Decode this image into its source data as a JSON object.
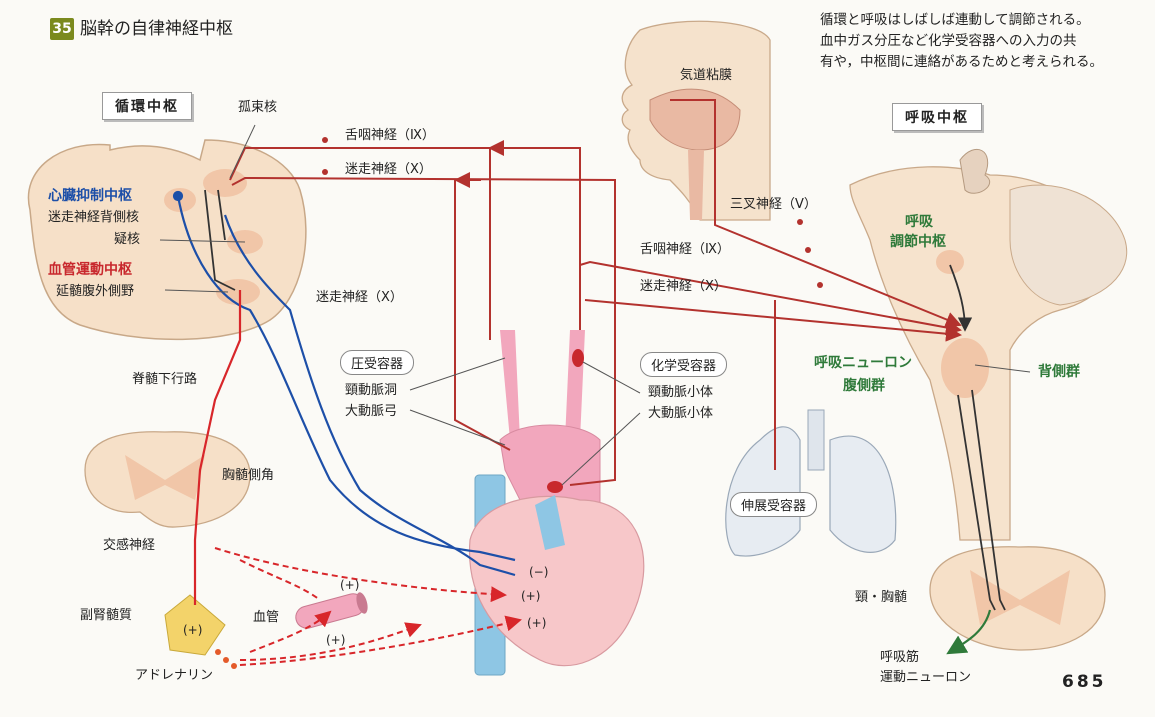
{
  "header": {
    "badge": "35",
    "title": "脳幹の自律神経中枢"
  },
  "note": {
    "lines": [
      "循環と呼吸はしばしば連動して調節される。",
      "血中ガス分圧など化学受容器への入力の共",
      "有や，中枢間に連絡があるためと考えられる。"
    ]
  },
  "boxes": {
    "circulation_center": "循環中枢",
    "respiration_center": "呼吸中枢"
  },
  "labels": {
    "solitary_nucleus": "孤束核",
    "cardio_inhibitory": "心臓抑制中枢",
    "vagus_dorsal_nucleus": "迷走神経背側核",
    "nucleus_ambiguus": "疑核",
    "vasomotor_center": "血管運動中枢",
    "rvlm": "延髄腹外側野",
    "glossopharyngeal_1": "舌咽神経（Ⅸ）",
    "vagus_1": "迷走神経（Ⅹ）",
    "vagus_2": "迷走神経（Ⅹ）",
    "airway_mucosa": "気道粘膜",
    "trigeminal": "三叉神経（Ⅴ）",
    "glossopharyngeal_2": "舌咽神経（Ⅸ）",
    "vagus_3": "迷走神経（Ⅹ）",
    "pneumotaxic_line1": "呼吸",
    "pneumotaxic_line2": "調節中枢",
    "resp_neuron": "呼吸ニューロン",
    "ventral_group": "腹側群",
    "dorsal_group": "背側群",
    "descending_tract": "脊髄下行路",
    "thoracic_lateral_horn": "胸髄側角",
    "carotid_sinus": "頸動脈洞",
    "aortic_arch": "大動脈弓",
    "carotid_body": "頸動脈小体",
    "aortic_body": "大動脈小体",
    "sympathetic": "交感神経",
    "adrenal_medulla": "副腎髄質",
    "blood_vessel": "血管",
    "adrenaline": "アドレナリン",
    "cervical_thoracic": "頸・胸髄",
    "resp_motor_line1": "呼吸筋",
    "resp_motor_line2": "運動ニューロン",
    "minus_heart": "(−)",
    "plus_heart_1": "(+)",
    "plus_heart_2": "(+)",
    "plus_vessel_1": "(+)",
    "plus_vessel_2": "(+)",
    "plus_adrenal": "(+)"
  },
  "pills": {
    "baroreceptor": "圧受容器",
    "chemoreceptor": "化学受容器",
    "stretch_receptor": "伸展受容器"
  },
  "page_number": "685",
  "colors": {
    "afferent": "#b3322e",
    "parasympathetic": "#1d4fa8",
    "sympathetic": "#d8262a",
    "respiratory": "#333333",
    "tissue": "#f7e3cf",
    "artery": "#f2a7bd",
    "vein": "#8ec6e4",
    "badge": "#7b8a1e"
  }
}
